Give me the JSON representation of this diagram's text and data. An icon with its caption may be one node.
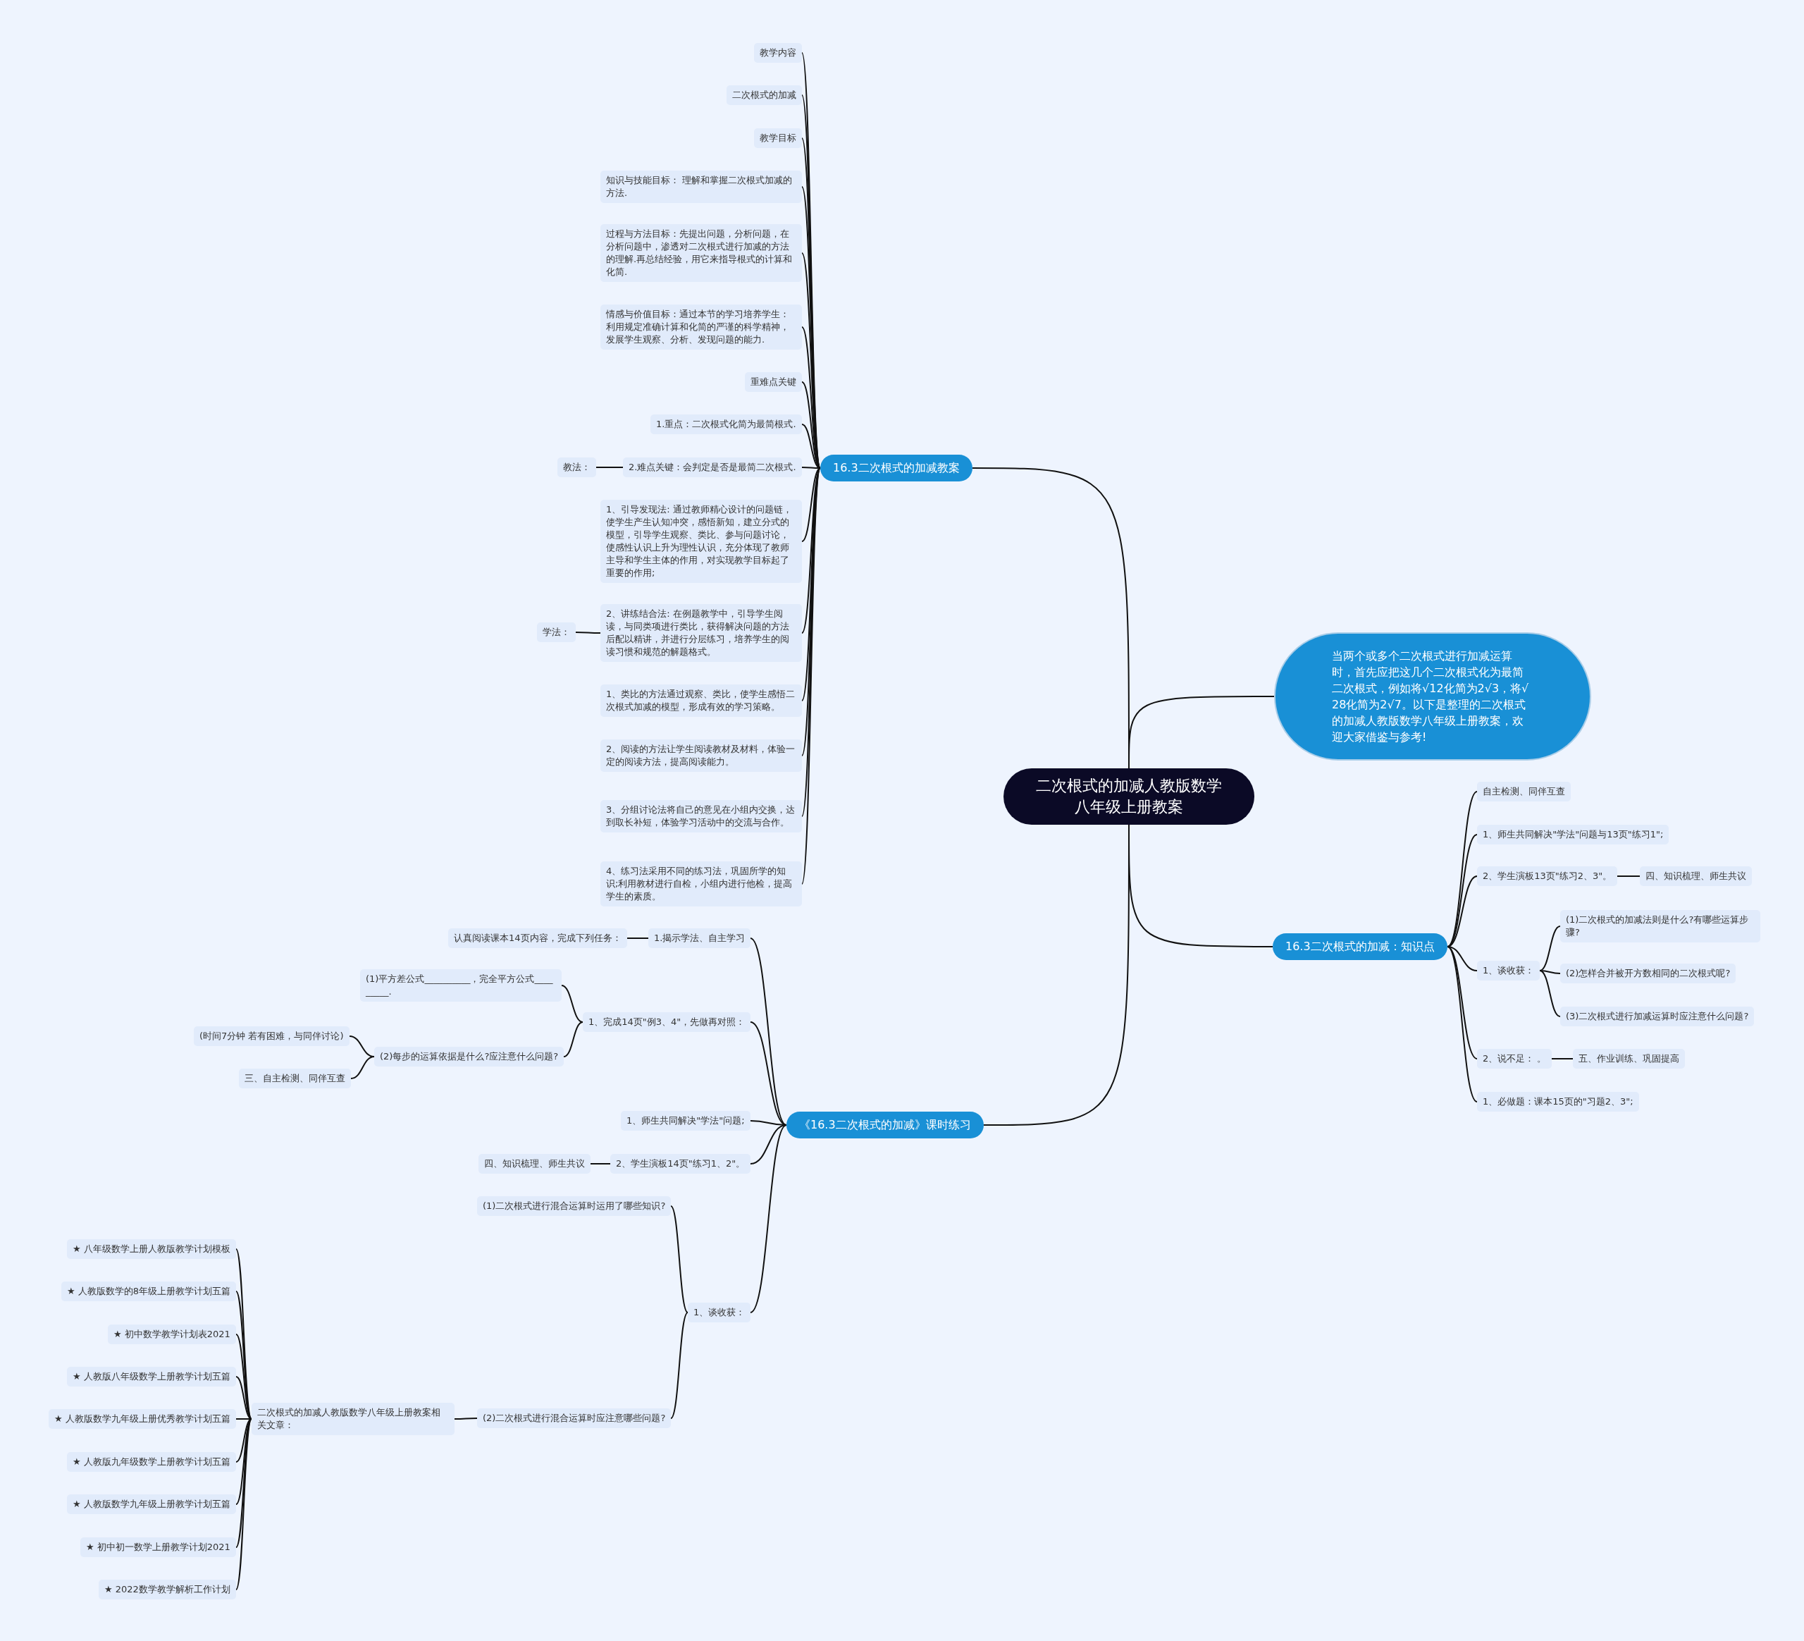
{
  "diagram": {
    "nodes": [
      {
        "text": [
          "二次根式的加减人教版数学八年级上册教案"
        ]
      },
      {
        "text": [
          "16.3二次根式的加减教案"
        ]
      },
      {
        "text": [
          "教学内容"
        ]
      },
      {
        "text": [
          "二次根式的加减"
        ]
      },
      {
        "text": [
          "教学目标"
        ]
      },
      {
        "text": [
          "知识与技能目标： 理解和掌握二次根式加减的方法."
        ]
      },
      {
        "text": [
          "过程与方法目标：先提出问题，分析问题，在分析问题中，渗透对二次根式进行加减的方法的理解.再总结经验，用它来指导根式的计算和化简."
        ]
      },
      {
        "text": [
          "情感与价值目标：通过本节的学习培养学生：利用规定准确计算和化简的严谨的科学精神，发展学生观察、分析、发现问题的能力."
        ]
      },
      {
        "text": [
          "重难点关键"
        ]
      },
      {
        "text": [
          "1.重点：二次根式化简为最简根式."
        ]
      },
      {
        "text": [
          "2.难点关键：会判定是否是最简二次根式."
        ]
      },
      {
        "text": [
          "教法："
        ]
      },
      {
        "text": [
          "1、引导发现法: 通过教师精心设计的问题链，使学生产生认知冲突，感悟新知，建立分式的模型，引导学生观察、类比、参与问题讨论，使感性认识上升为理性认识，充分体现了教师主导和学生主体的作用，对实现教学目标起了重要的作用;"
        ]
      },
      {
        "text": [
          "2、讲练结合法: 在例题教学中，引导学生阅读，与同类项进行类比，获得解决问题的方法后配以精讲，并进行分层练习，培养学生的阅读习惯和规范的解题格式。"
        ]
      },
      {
        "text": [
          "学法："
        ]
      },
      {
        "text": [
          "1、类比的方法通过观察、类比，使学生感悟二次根式加减的模型，形成有效的学习策略。"
        ]
      },
      {
        "text": [
          "2、阅读的方法让学生阅读教材及材料，体验一定的阅读方法，提高阅读能力。"
        ]
      },
      {
        "text": [
          "3、分组讨论法将自己的意见在小组内交换，达到取长补短，体验学习活动中的交流与合作。"
        ]
      },
      {
        "text": [
          "4、练习法采用不同的练习法，巩固所学的知识;利用教材进行自检，小组内进行他检，提高学生的素质。"
        ]
      },
      {
        "text": [
          "当两个或多个二次根式进行加减运算时，首先应把这几个二次根式化为最简二次根式，例如将√12化简为2√3，将√28化简为2√7。以下是整理的二次根式的加减人教版数学八年级上册教案，欢迎大家借鉴与参考!"
        ]
      },
      {
        "text": [
          "16.3二次根式的加减：知识点"
        ]
      },
      {
        "text": [
          "自主检测、同伴互查"
        ]
      },
      {
        "text": [
          "1、师生共同解决\"学法\"问题与13页\"练习1\";"
        ]
      },
      {
        "text": [
          "2、学生演板13页\"练习2、3\"。"
        ]
      },
      {
        "text": [
          "四、知识梳理、师生共议"
        ]
      },
      {
        "text": [
          "1、谈收获："
        ]
      },
      {
        "text": [
          "(1)二次根式的加减法则是什么?有哪些运算步骤?"
        ]
      },
      {
        "text": [
          "(2)怎样合并被开方数相同的二次根式呢?"
        ]
      },
      {
        "text": [
          "(3)二次根式进行加减运算时应注意什么问题?"
        ]
      },
      {
        "text": [
          "2、说不足： 。"
        ]
      },
      {
        "text": [
          "五、作业训练、巩固提高"
        ]
      },
      {
        "text": [
          "1、必做题：课本15页的\"习题2、3\";"
        ]
      },
      {
        "text": [
          "《16.3二次根式的加减》课时练习"
        ]
      },
      {
        "text": [
          "1.揭示学法、自主学习"
        ]
      },
      {
        "text": [
          "认真阅读课本14页内容，完成下列任务："
        ]
      },
      {
        "text": [
          "1、完成14页\"例3、4\"，先做再对照："
        ]
      },
      {
        "text": [
          "(1)平方差公式__________，完全平方公式_________."
        ]
      },
      {
        "text": [
          "(2)每步的运算依据是什么?应注意什么问题?"
        ]
      },
      {
        "text": [
          "(时间7分钟 若有困难，与同伴讨论)"
        ]
      },
      {
        "text": [
          "三、自主检测、同伴互查"
        ]
      },
      {
        "text": [
          "1、师生共同解决\"学法\"问题;"
        ]
      },
      {
        "text": [
          "2、学生演板14页\"练习1、2\"。"
        ]
      },
      {
        "text": [
          "四、知识梳理、师生共议"
        ]
      },
      {
        "text": [
          "1、谈收获："
        ]
      },
      {
        "text": [
          "(1)二次根式进行混合运算时运用了哪些知识?"
        ]
      },
      {
        "text": [
          "(2)二次根式进行混合运算时应注意哪些问题?"
        ]
      },
      {
        "text": [
          "二次根式的加减人教版数学八年级上册教案相关文章："
        ]
      },
      {
        "text": [
          "★ 八年级数学上册人教版教学计划模板"
        ]
      },
      {
        "text": [
          "★ 人教版数学的8年级上册教学计划五篇"
        ]
      },
      {
        "text": [
          "★ 初中数学教学计划表2021"
        ]
      },
      {
        "text": [
          "★ 人教版八年级数学上册教学计划五篇"
        ]
      },
      {
        "text": [
          "★ 人教版数学九年级上册优秀教学计划五篇"
        ]
      },
      {
        "text": [
          "★ 人教版九年级数学上册教学计划五篇"
        ]
      },
      {
        "text": [
          "★ 人教版数学九年级上册教学计划五篇"
        ]
      },
      {
        "text": [
          "★ 初中初一数学上册教学计划2021"
        ]
      },
      {
        "text": [
          "★ 2022数学教学解析工作计划"
        ]
      }
    ],
    "edges": [
      {
        "from": 0,
        "to": 1,
        "arrow": "none"
      },
      {
        "from": 1,
        "to": 2,
        "arrow": "none"
      },
      {
        "from": 1,
        "to": 3,
        "arrow": "none"
      },
      {
        "from": 1,
        "to": 4,
        "arrow": "none"
      },
      {
        "from": 1,
        "to": 5,
        "arrow": "none"
      },
      {
        "from": 1,
        "to": 6,
        "arrow": "none"
      },
      {
        "from": 1,
        "to": 7,
        "arrow": "none"
      },
      {
        "from": 1,
        "to": 8,
        "arrow": "none"
      },
      {
        "from": 1,
        "to": 9,
        "arrow": "none"
      },
      {
        "from": 1,
        "to": 10,
        "arrow": "none"
      },
      {
        "from": 10,
        "to": 11,
        "arrow": "none"
      },
      {
        "from": 1,
        "to": 12,
        "arrow": "none"
      },
      {
        "from": 1,
        "to": 13,
        "arrow": "none"
      },
      {
        "from": 13,
        "to": 14,
        "arrow": "none"
      },
      {
        "from": 1,
        "to": 15,
        "arrow": "none"
      },
      {
        "from": 1,
        "to": 16,
        "arrow": "none"
      },
      {
        "from": 1,
        "to": 17,
        "arrow": "none"
      },
      {
        "from": 1,
        "to": 18,
        "arrow": "none"
      },
      {
        "from": 0,
        "to": 19,
        "arrow": "none"
      },
      {
        "from": 0,
        "to": 20,
        "arrow": "none"
      },
      {
        "from": 20,
        "to": 21,
        "arrow": "none"
      },
      {
        "from": 20,
        "to": 22,
        "arrow": "none"
      },
      {
        "from": 20,
        "to": 23,
        "arrow": "none"
      },
      {
        "from": 23,
        "to": 24,
        "arrow": "none"
      },
      {
        "from": 20,
        "to": 25,
        "arrow": "none"
      },
      {
        "from": 25,
        "to": 26,
        "arrow": "none"
      },
      {
        "from": 25,
        "to": 27,
        "arrow": "none"
      },
      {
        "from": 25,
        "to": 28,
        "arrow": "none"
      },
      {
        "from": 20,
        "to": 29,
        "arrow": "none"
      },
      {
        "from": 29,
        "to": 30,
        "arrow": "none"
      },
      {
        "from": 20,
        "to": 31,
        "arrow": "none"
      },
      {
        "from": 0,
        "to": 32,
        "arrow": "none"
      },
      {
        "from": 32,
        "to": 33,
        "arrow": "none"
      },
      {
        "from": 33,
        "to": 34,
        "arrow": "none"
      },
      {
        "from": 32,
        "to": 35,
        "arrow": "none"
      },
      {
        "from": 35,
        "to": 36,
        "arrow": "none"
      },
      {
        "from": 35,
        "to": 37,
        "arrow": "none"
      },
      {
        "from": 37,
        "to": 38,
        "arrow": "none"
      },
      {
        "from": 37,
        "to": 39,
        "arrow": "none"
      },
      {
        "from": 32,
        "to": 40,
        "arrow": "none"
      },
      {
        "from": 32,
        "to": 41,
        "arrow": "none"
      },
      {
        "from": 41,
        "to": 42,
        "arrow": "none"
      },
      {
        "from": 32,
        "to": 43,
        "arrow": "none"
      },
      {
        "from": 43,
        "to": 44,
        "arrow": "none"
      },
      {
        "from": 43,
        "to": 45,
        "arrow": "none"
      },
      {
        "from": 45,
        "to": 46,
        "arrow": "none"
      },
      {
        "from": 46,
        "to": 47,
        "arrow": "none"
      },
      {
        "from": 46,
        "to": 48,
        "arrow": "none"
      },
      {
        "from": 46,
        "to": 49,
        "arrow": "none"
      },
      {
        "from": 46,
        "to": 50,
        "arrow": "none"
      },
      {
        "from": 46,
        "to": 51,
        "arrow": "none"
      },
      {
        "from": 46,
        "to": 52,
        "arrow": "none"
      },
      {
        "from": 46,
        "to": 53,
        "arrow": "none"
      },
      {
        "from": 46,
        "to": 54,
        "arrow": "none"
      },
      {
        "from": 46,
        "to": 55,
        "arrow": "none"
      }
    ]
  }
}
